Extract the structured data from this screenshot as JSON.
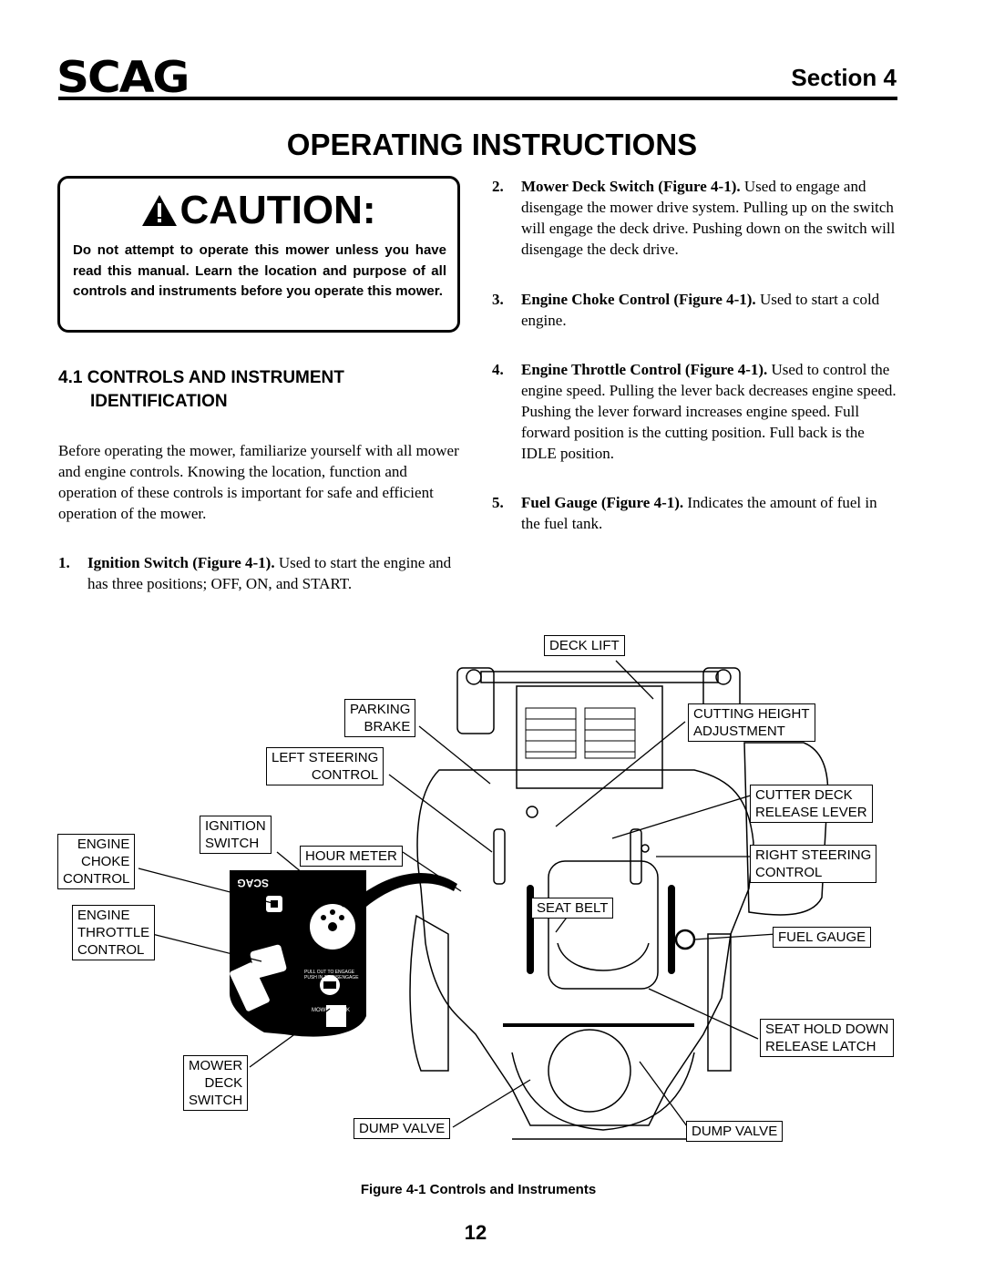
{
  "header": {
    "logo": "SCAG",
    "section": "Section 4",
    "title": "OPERATING INSTRUCTIONS"
  },
  "caution": {
    "heading": "CAUTION:",
    "text": "Do not attempt to operate this mower unless you have read this manual.  Learn the location and purpose of all controls and instruments before you operate this mower."
  },
  "section": {
    "heading_line1": "4.1 CONTROLS AND INSTRUMENT",
    "heading_line2": "IDENTIFICATION",
    "intro": "Before operating the mower, familiarize yourself with all mower and engine controls.  Knowing the location, function and operation of these controls is important for safe and efficient operation of the mower."
  },
  "items": [
    {
      "num": "1.",
      "title": "Ignition Switch (Figure 4-1).",
      "text": "Used to start the engine and has three positions; OFF, ON, and START."
    },
    {
      "num": "2.",
      "title": "Mower Deck Switch (Figure 4-1).",
      "text": "Used to engage and disengage the mower drive system.  Pulling up on the switch will engage the deck drive.  Pushing down on the  switch will disengage the deck drive."
    },
    {
      "num": "3.",
      "title": "Engine Choke Control (Figure 4-1).",
      "text": "Used to start a cold engine."
    },
    {
      "num": "4.",
      "title": "Engine Throttle Control (Figure 4-1).",
      "text": "Used to control the engine speed.  Pulling the lever back decreases engine speed.  Pushing the lever forward increases engine speed.  Full forward position is the cutting position.  Full back is the IDLE position."
    },
    {
      "num": "5.",
      "title": "Fuel Gauge (Figure 4-1).",
      "text": "Indicates the amount of fuel in the fuel tank."
    }
  ],
  "figure": {
    "labels": {
      "deck_lift": "DECK LIFT",
      "parking_brake": "PARKING\nBRAKE",
      "cutting_height": "CUTTING HEIGHT\nADJUSTMENT",
      "left_steering": "LEFT STEERING\nCONTROL",
      "cutter_deck": "CUTTER DECK\nRELEASE LEVER",
      "ignition": "IGNITION\nSWITCH",
      "engine_choke": "ENGINE\nCHOKE\nCONTROL",
      "hour_meter": "HOUR METER",
      "right_steering": "RIGHT STEERING\nCONTROL",
      "engine_throttle": "ENGINE\nTHROTTLE\nCONTROL",
      "seat_belt": "SEAT BELT",
      "fuel_gauge": "FUEL GAUGE",
      "seat_hold": "SEAT HOLD DOWN\nRELEASE LATCH",
      "mower_deck": "MOWER\nDECK\nSWITCH",
      "dump_valve_left": "DUMP VALVE",
      "dump_valve_right": "DUMP VALVE"
    },
    "panel": {
      "brand": "SCAG",
      "pull_text": "PULL OUT TO ENGAGE",
      "push_text": "PUSH IN TO DISENGAGE",
      "deck_text": "MOWER DECK"
    },
    "caption": "Figure 4-1 Controls and Instruments"
  },
  "page_number": "12"
}
